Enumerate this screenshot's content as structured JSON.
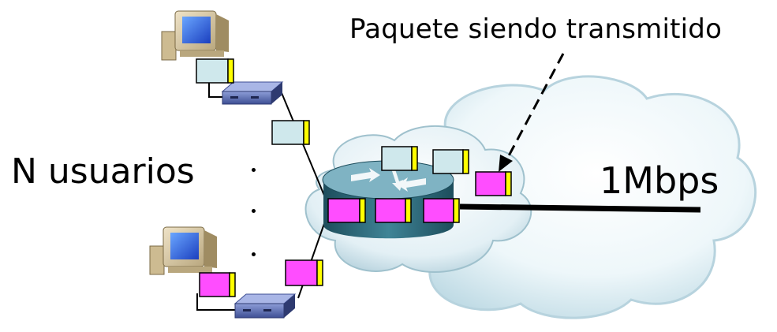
{
  "diagram": {
    "caption": "Paquete siendo transmitido",
    "users_label": "N usuarios",
    "link_rate": "1Mbps"
  },
  "colors": {
    "packet_user_a": "#cfe8ec",
    "packet_user_b": "#ff4dff",
    "packet_header": "#ffff00",
    "cloud": "#e4f2f6",
    "router": "#2f6f80"
  },
  "icons": [
    "computer-icon",
    "modem-icon",
    "router-icon",
    "cloud-icon"
  ]
}
